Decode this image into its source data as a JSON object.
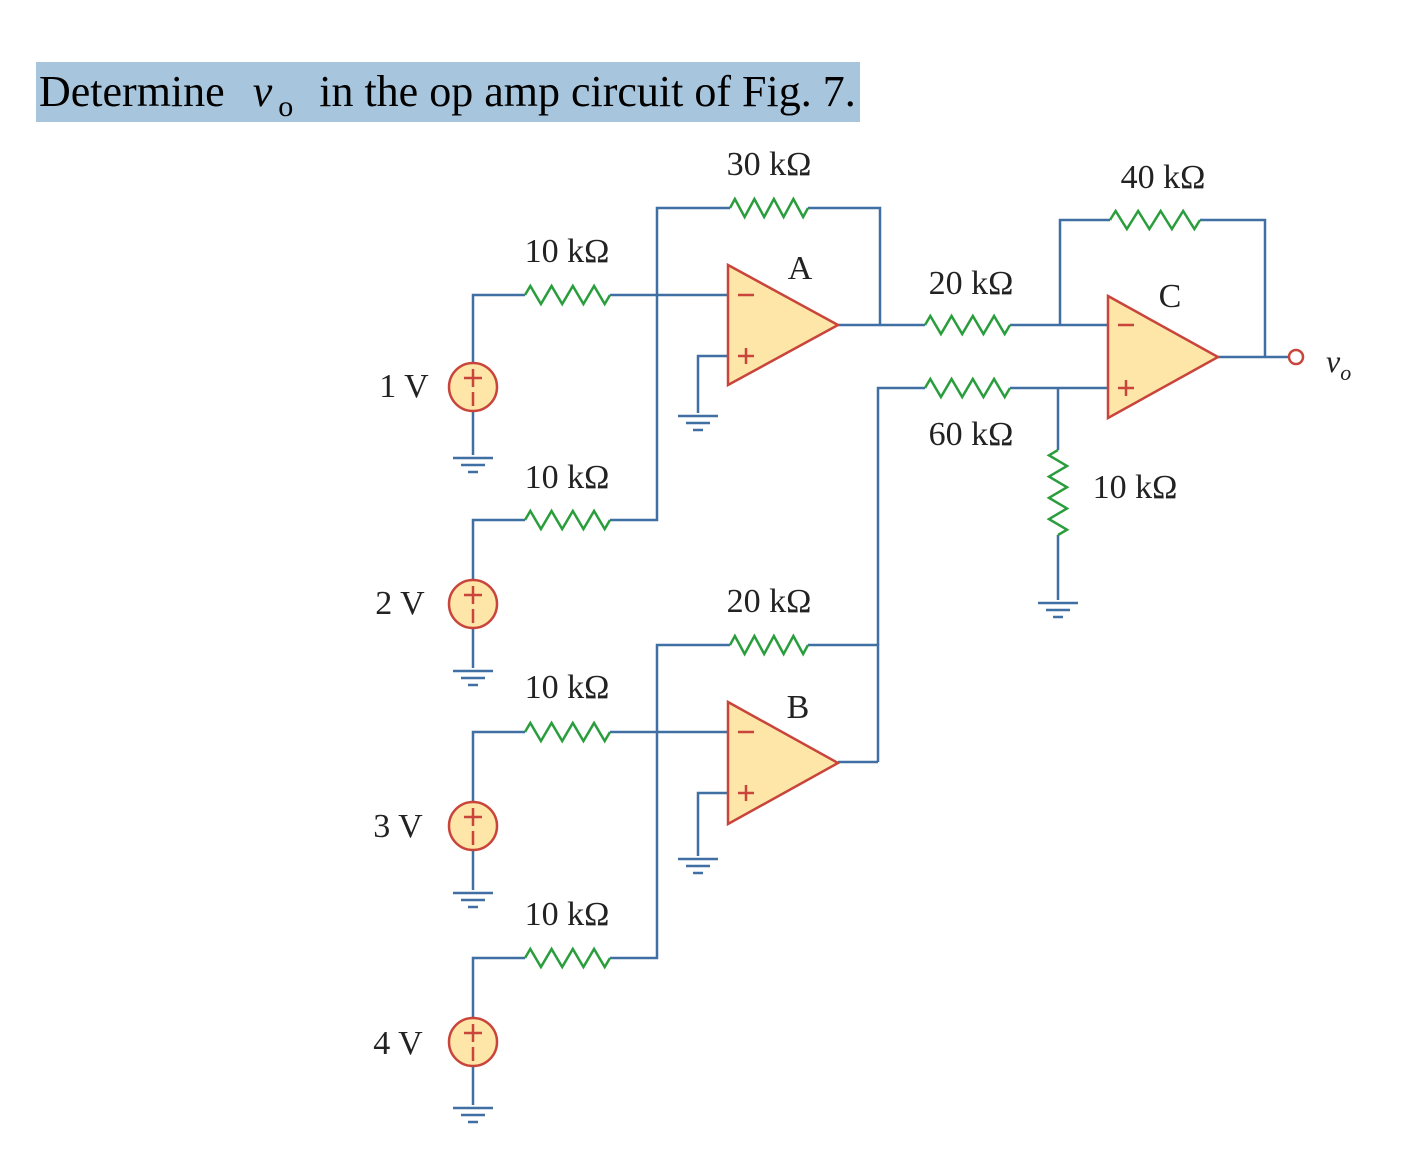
{
  "question": {
    "prefix": "Determine",
    "var": "v",
    "var_sub": "o",
    "suffix": "in the op amp circuit of Fig. 7."
  },
  "colors": {
    "wire": "#3f6fa3",
    "resistor": "#2a9d3c",
    "opamp_fill": "#fde6a8",
    "opamp_stroke": "#c9443a",
    "source_fill": "#fde6a8",
    "source_stroke": "#c9443a",
    "highlight": "#a7c5dc"
  },
  "diagram": {
    "sources": [
      "1 V",
      "2 V",
      "3 V",
      "4 V"
    ],
    "source_sign_plus": "+",
    "resistors": {
      "r_in1": "10 kΩ",
      "r_in2": "10 kΩ",
      "r_in3": "10 kΩ",
      "r_in4": "10 kΩ",
      "r_fA": "30 kΩ",
      "r_fB": "20 kΩ",
      "r_A_to_C": "20 kΩ",
      "r_B_to_C": "60 kΩ",
      "r_fC": "40 kΩ",
      "r_ground_C": "10 kΩ"
    },
    "opamps": {
      "A": "A",
      "B": "B",
      "C": "C",
      "minus": "−",
      "plus": "+"
    },
    "output": {
      "var": "v",
      "sub": "o"
    }
  }
}
